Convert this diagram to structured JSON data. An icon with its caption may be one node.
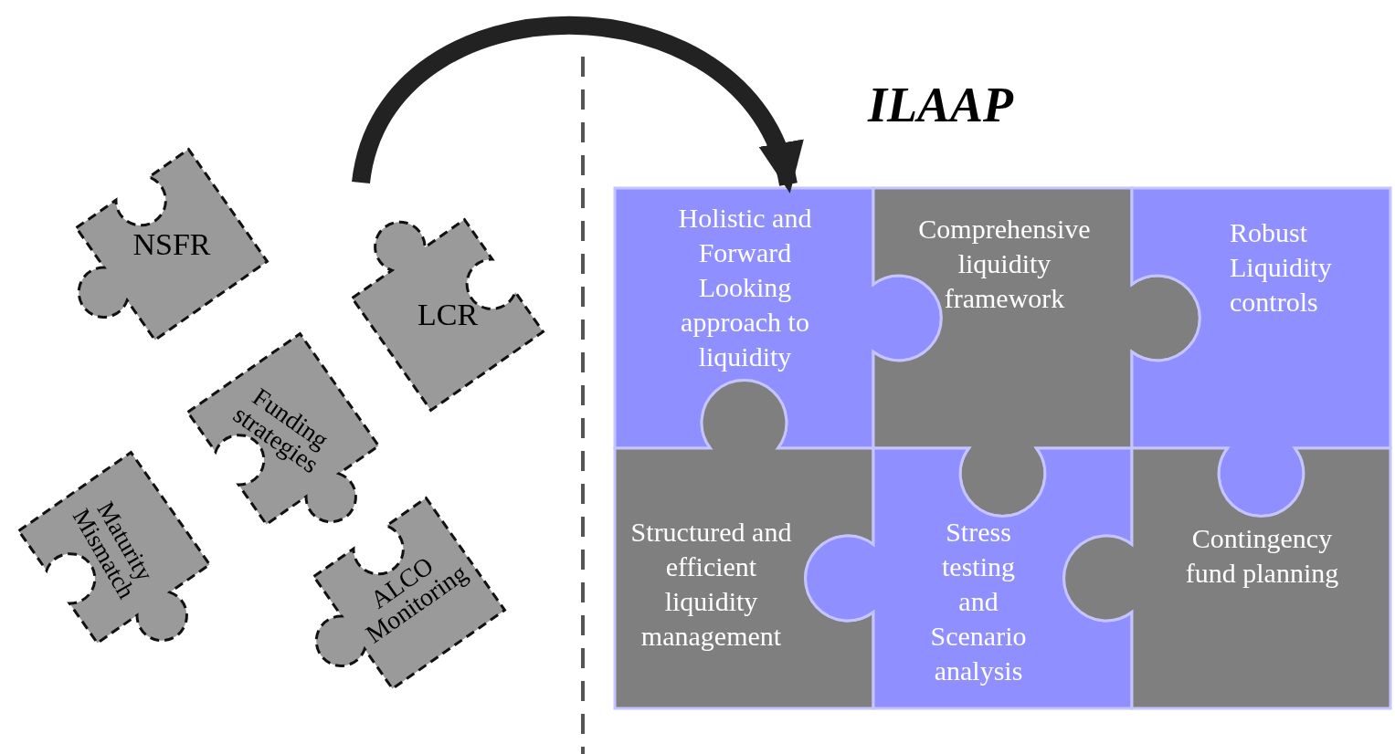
{
  "diagram": {
    "title": "ILAAP",
    "nodes": [
      {
        "text": [
          "NSFR"
        ]
      },
      {
        "text": [
          "LCR"
        ]
      },
      {
        "text": [
          "Funding strategies"
        ]
      },
      {
        "text": [
          "Maturity Mismatch"
        ]
      },
      {
        "text": [
          "ALCO Monitoring"
        ]
      },
      {
        "text": [
          "Holistic and Forward Looking approach to liquidity"
        ]
      },
      {
        "text": [
          "Comprehensive liquidity framework"
        ]
      },
      {
        "text": [
          "Robust Liquidity controls"
        ]
      },
      {
        "text": [
          "Structured and efficient liquidity management"
        ]
      },
      {
        "text": [
          "Stress testing and Scenario analysis"
        ]
      },
      {
        "text": [
          "Contingency fund planning"
        ]
      }
    ],
    "edges": [
      {
        "from": null,
        "to": 5,
        "arrow": "to"
      }
    ]
  }
}
